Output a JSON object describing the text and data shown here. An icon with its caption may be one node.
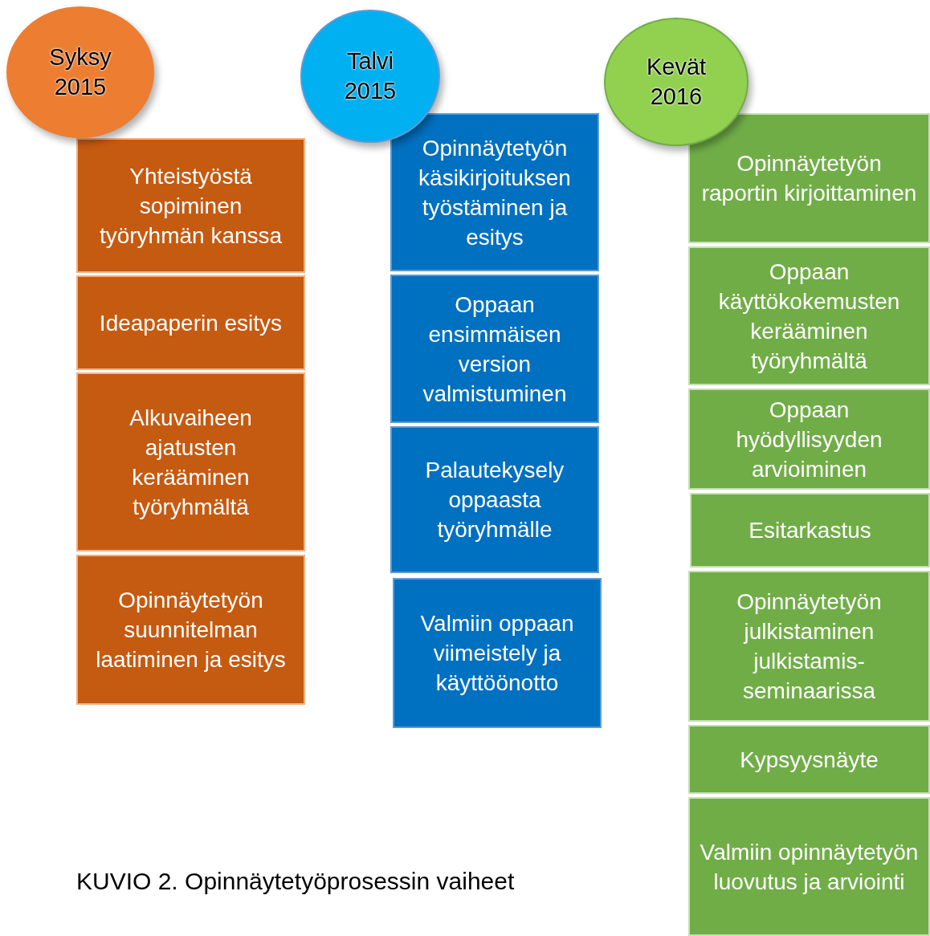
{
  "diagram": {
    "caption": "KUVIO 2. Opinnäytetyöprosessin vaiheet",
    "nodes": [
      {
        "text": [
          "Syksy 2015"
        ]
      },
      {
        "text": [
          "Yhteistyöstä sopiminen työryhmän kanssa"
        ]
      },
      {
        "text": [
          "Ideapaperin esitys"
        ]
      },
      {
        "text": [
          "Alkuvaiheen ajatusten kerääminen työryhmältä"
        ]
      },
      {
        "text": [
          "Opinnäytetyön suunnitelman laatiminen ja esitys"
        ]
      },
      {
        "text": [
          "Talvi 2015"
        ]
      },
      {
        "text": [
          "Opinnäytetyön käsikirjoituksen työstäminen ja esitys"
        ]
      },
      {
        "text": [
          "Oppaan ensimmäisen version valmistuminen"
        ]
      },
      {
        "text": [
          "Palautekysely oppaasta työryhmälle"
        ]
      },
      {
        "text": [
          "Valmiin oppaan viimeistely ja käyttöönotto"
        ]
      },
      {
        "text": [
          "Kevät 2016"
        ]
      },
      {
        "text": [
          "Opinnäytetyön raportin kirjoittaminen"
        ]
      },
      {
        "text": [
          "Oppaan käyttökokemusten kerääminen työryhmältä"
        ]
      },
      {
        "text": [
          "Oppaan hyödyllisyyden arvioiminen"
        ]
      },
      {
        "text": [
          "Esitarkastus"
        ]
      },
      {
        "text": [
          "Opinnäytetyön julkistaminen julkistamis-seminaarissa"
        ]
      },
      {
        "text": [
          "Kypsyysnäyte"
        ]
      },
      {
        "text": [
          "Valmiin opinnäytetyön luovutus ja arviointi"
        ]
      }
    ]
  }
}
